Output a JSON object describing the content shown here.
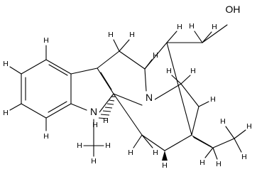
{
  "molecule": {
    "heteroatoms": [
      {
        "id": "N1",
        "symbol": "N"
      },
      {
        "id": "N2",
        "symbol": "N"
      }
    ],
    "hydrogens": [
      {
        "id": "h1",
        "text": "H"
      },
      {
        "id": "h2",
        "text": "H"
      },
      {
        "id": "h3",
        "text": "H"
      },
      {
        "id": "h4",
        "text": "H"
      },
      {
        "id": "h5",
        "text": "H"
      },
      {
        "id": "h6",
        "text": "H"
      },
      {
        "id": "h7",
        "text": "H"
      },
      {
        "id": "h8",
        "text": "H"
      },
      {
        "id": "h9",
        "text": "H"
      },
      {
        "id": "h10",
        "text": "H"
      },
      {
        "id": "h11",
        "text": "H"
      },
      {
        "id": "h12",
        "text": "H"
      },
      {
        "id": "h13",
        "text": "H"
      },
      {
        "id": "h14",
        "text": "H"
      },
      {
        "id": "h15",
        "text": "H"
      },
      {
        "id": "h16",
        "text": "H"
      },
      {
        "id": "h17",
        "text": "H"
      },
      {
        "id": "h18",
        "text": "H"
      },
      {
        "id": "h19",
        "text": "H"
      },
      {
        "id": "h20",
        "text": "H"
      },
      {
        "id": "h21",
        "text": "H"
      },
      {
        "id": "h22",
        "text": "H"
      },
      {
        "id": "h23",
        "text": "H"
      },
      {
        "id": "h24",
        "text": "H"
      },
      {
        "id": "h25",
        "text": "H"
      },
      {
        "id": "h26",
        "text": "H"
      }
    ],
    "hydroxyl": {
      "text": "OH"
    }
  }
}
